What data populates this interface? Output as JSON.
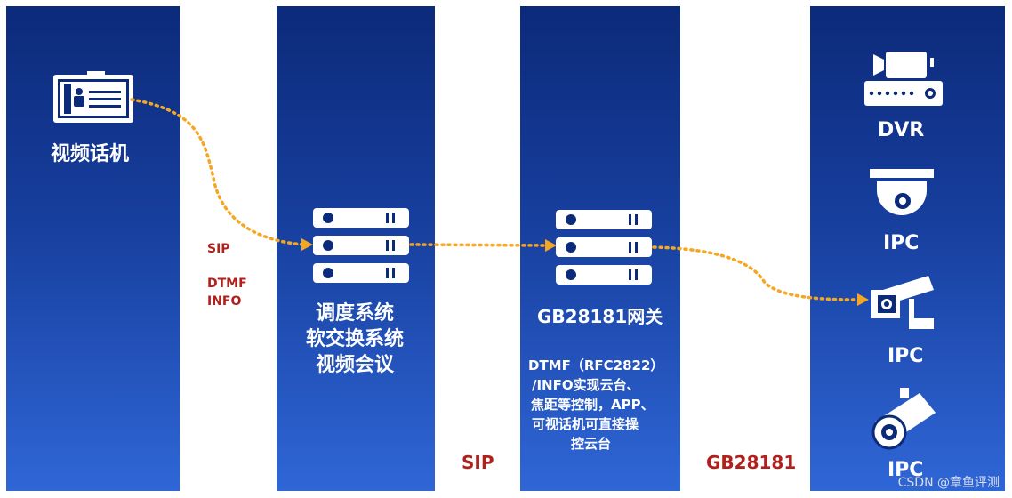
{
  "columns": {
    "terminal": {
      "label": "视频话机"
    },
    "dispatch": {
      "lines": [
        "调度系统",
        "软交换系统",
        "视频会议"
      ]
    },
    "gateway": {
      "label": "GB28181网关",
      "description": [
        "DTMF（RFC2822）",
        "/INFO实现云台、",
        "焦距等控制，APP、",
        "可视话机可直接操",
        "控云台"
      ]
    },
    "devices": {
      "labels": [
        "DVR",
        "IPC",
        "IPC",
        "IPC"
      ]
    }
  },
  "protocols": {
    "left_sip": "SIP",
    "left_dtmf": "DTMF",
    "left_info": "INFO",
    "bottom_sip": "SIP",
    "bottom_gb": "GB28181"
  },
  "watermark": "CSDN @章鱼评测",
  "colors": {
    "column_top": "#0c2a7a",
    "column_bottom": "#2f66d6",
    "flow_arrow": "#f5a623",
    "protocol_text": "#b0201c"
  },
  "icons": [
    "video-phone-icon",
    "server-icon",
    "server-icon",
    "dvr-icon",
    "dome-camera-icon",
    "box-camera-icon",
    "bullet-camera-icon"
  ]
}
